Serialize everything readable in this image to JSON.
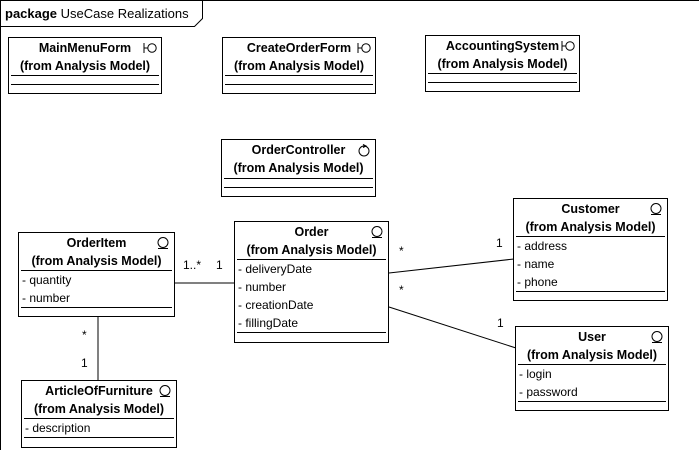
{
  "package": {
    "keyword": "package",
    "name": "UseCase Realizations"
  },
  "classes": {
    "main_menu_form": {
      "name": "MainMenuForm",
      "from": "(from Analysis Model)",
      "stereotype_icon": "boundary-icon",
      "attributes": []
    },
    "create_order_form": {
      "name": "CreateOrderForm",
      "from": "(from Analysis Model)",
      "stereotype_icon": "boundary-icon",
      "attributes": []
    },
    "accounting_system": {
      "name": "AccountingSystem",
      "from": "(from Analysis Model)",
      "stereotype_icon": "boundary-icon",
      "attributes": []
    },
    "order_controller": {
      "name": "OrderController",
      "from": "(from Analysis Model)",
      "stereotype_icon": "control-icon",
      "attributes": []
    },
    "order_item": {
      "name": "OrderItem",
      "from": "(from Analysis Model)",
      "stereotype_icon": "entity-icon",
      "attributes": [
        "- quantity",
        "- number"
      ]
    },
    "order": {
      "name": "Order",
      "from": "(from Analysis Model)",
      "stereotype_icon": "entity-icon",
      "attributes": [
        "- deliveryDate",
        "- number",
        "- creationDate",
        "- fillingDate"
      ]
    },
    "customer": {
      "name": "Customer",
      "from": "(from Analysis Model)",
      "stereotype_icon": "entity-icon",
      "attributes": [
        "- address",
        "- name",
        "- phone"
      ]
    },
    "user": {
      "name": "User",
      "from": "(from Analysis Model)",
      "stereotype_icon": "entity-icon",
      "attributes": [
        "- login",
        "- password"
      ]
    },
    "article_of_furniture": {
      "name": "ArticleOfFurniture",
      "from": "(from Analysis Model)",
      "stereotype_icon": "entity-icon",
      "attributes": [
        "- description"
      ]
    }
  },
  "associations": {
    "orderitem_order": {
      "source_mult": "1..*",
      "target_mult": "1"
    },
    "order_customer": {
      "source_mult": "*",
      "target_mult": "1"
    },
    "order_user": {
      "source_mult": "*",
      "target_mult": "1"
    },
    "orderitem_article": {
      "source_mult": "*",
      "target_mult": "1"
    }
  }
}
